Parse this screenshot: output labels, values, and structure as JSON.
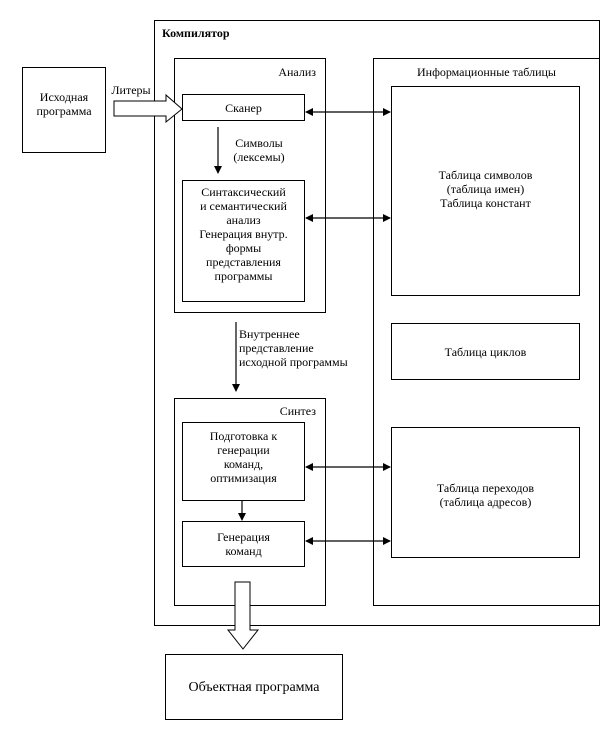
{
  "source": {
    "label": "Исходная\nпрограмма"
  },
  "source_arrow_label": "Литеры",
  "compiler": {
    "title": "Компилятор"
  },
  "analysis": {
    "title": "Анализ",
    "scanner": "Сканер",
    "tokens_label": "Символы\n(лексемы)",
    "parser": "Синтаксический\nи семантический\nанализ\nГенерация внутр.\nформы\nпредставления\nпрограммы"
  },
  "internal_label": "Внутреннее\nпредставление\nисходной программы",
  "synthesis": {
    "title": "Синтез",
    "prep": "Подготовка к\nгенерации\nкоманд,\nоптимизация",
    "codegen": "Генерация\nкоманд"
  },
  "tables": {
    "title": "Информационные таблицы",
    "symbols": "Таблица символов\n(таблица имен)\nТаблица констант",
    "loops": "Таблица циклов",
    "jumps": "Таблица переходов\n(таблица адресов)"
  },
  "output": {
    "label": "Объектная программа"
  }
}
